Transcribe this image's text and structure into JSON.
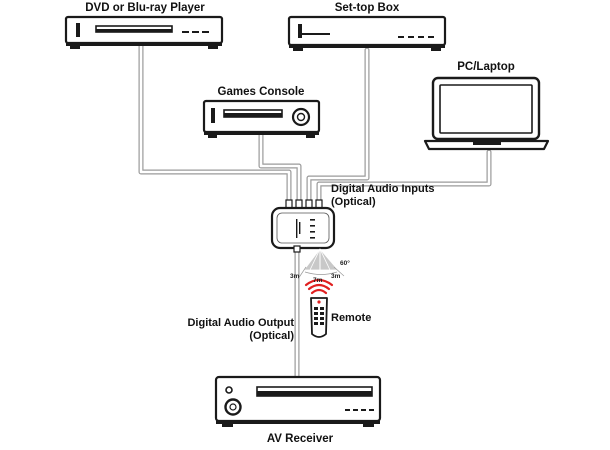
{
  "devices": {
    "dvd_player": "DVD or Blu-ray Player",
    "set_top_box": "Set-top Box",
    "games_console": "Games Console",
    "pc_laptop": "PC/Laptop",
    "av_receiver": "AV Receiver"
  },
  "labels": {
    "inputs_line1": "Digital Audio Inputs",
    "inputs_line2": "(Optical)",
    "output_line1": "Digital Audio Output",
    "output_line2": "(Optical)",
    "remote": "Remote"
  },
  "ir_range": {
    "angle": "60°",
    "dist_left": "3m",
    "dist_center": "7m",
    "dist_right": "3m"
  },
  "colors": {
    "outline": "#1a1a1a",
    "cable_fill": "#ffffff",
    "cable_stroke": "#9a9a9a",
    "ir_cone": "#c8c8c8",
    "remote_signal": "#e02020"
  }
}
